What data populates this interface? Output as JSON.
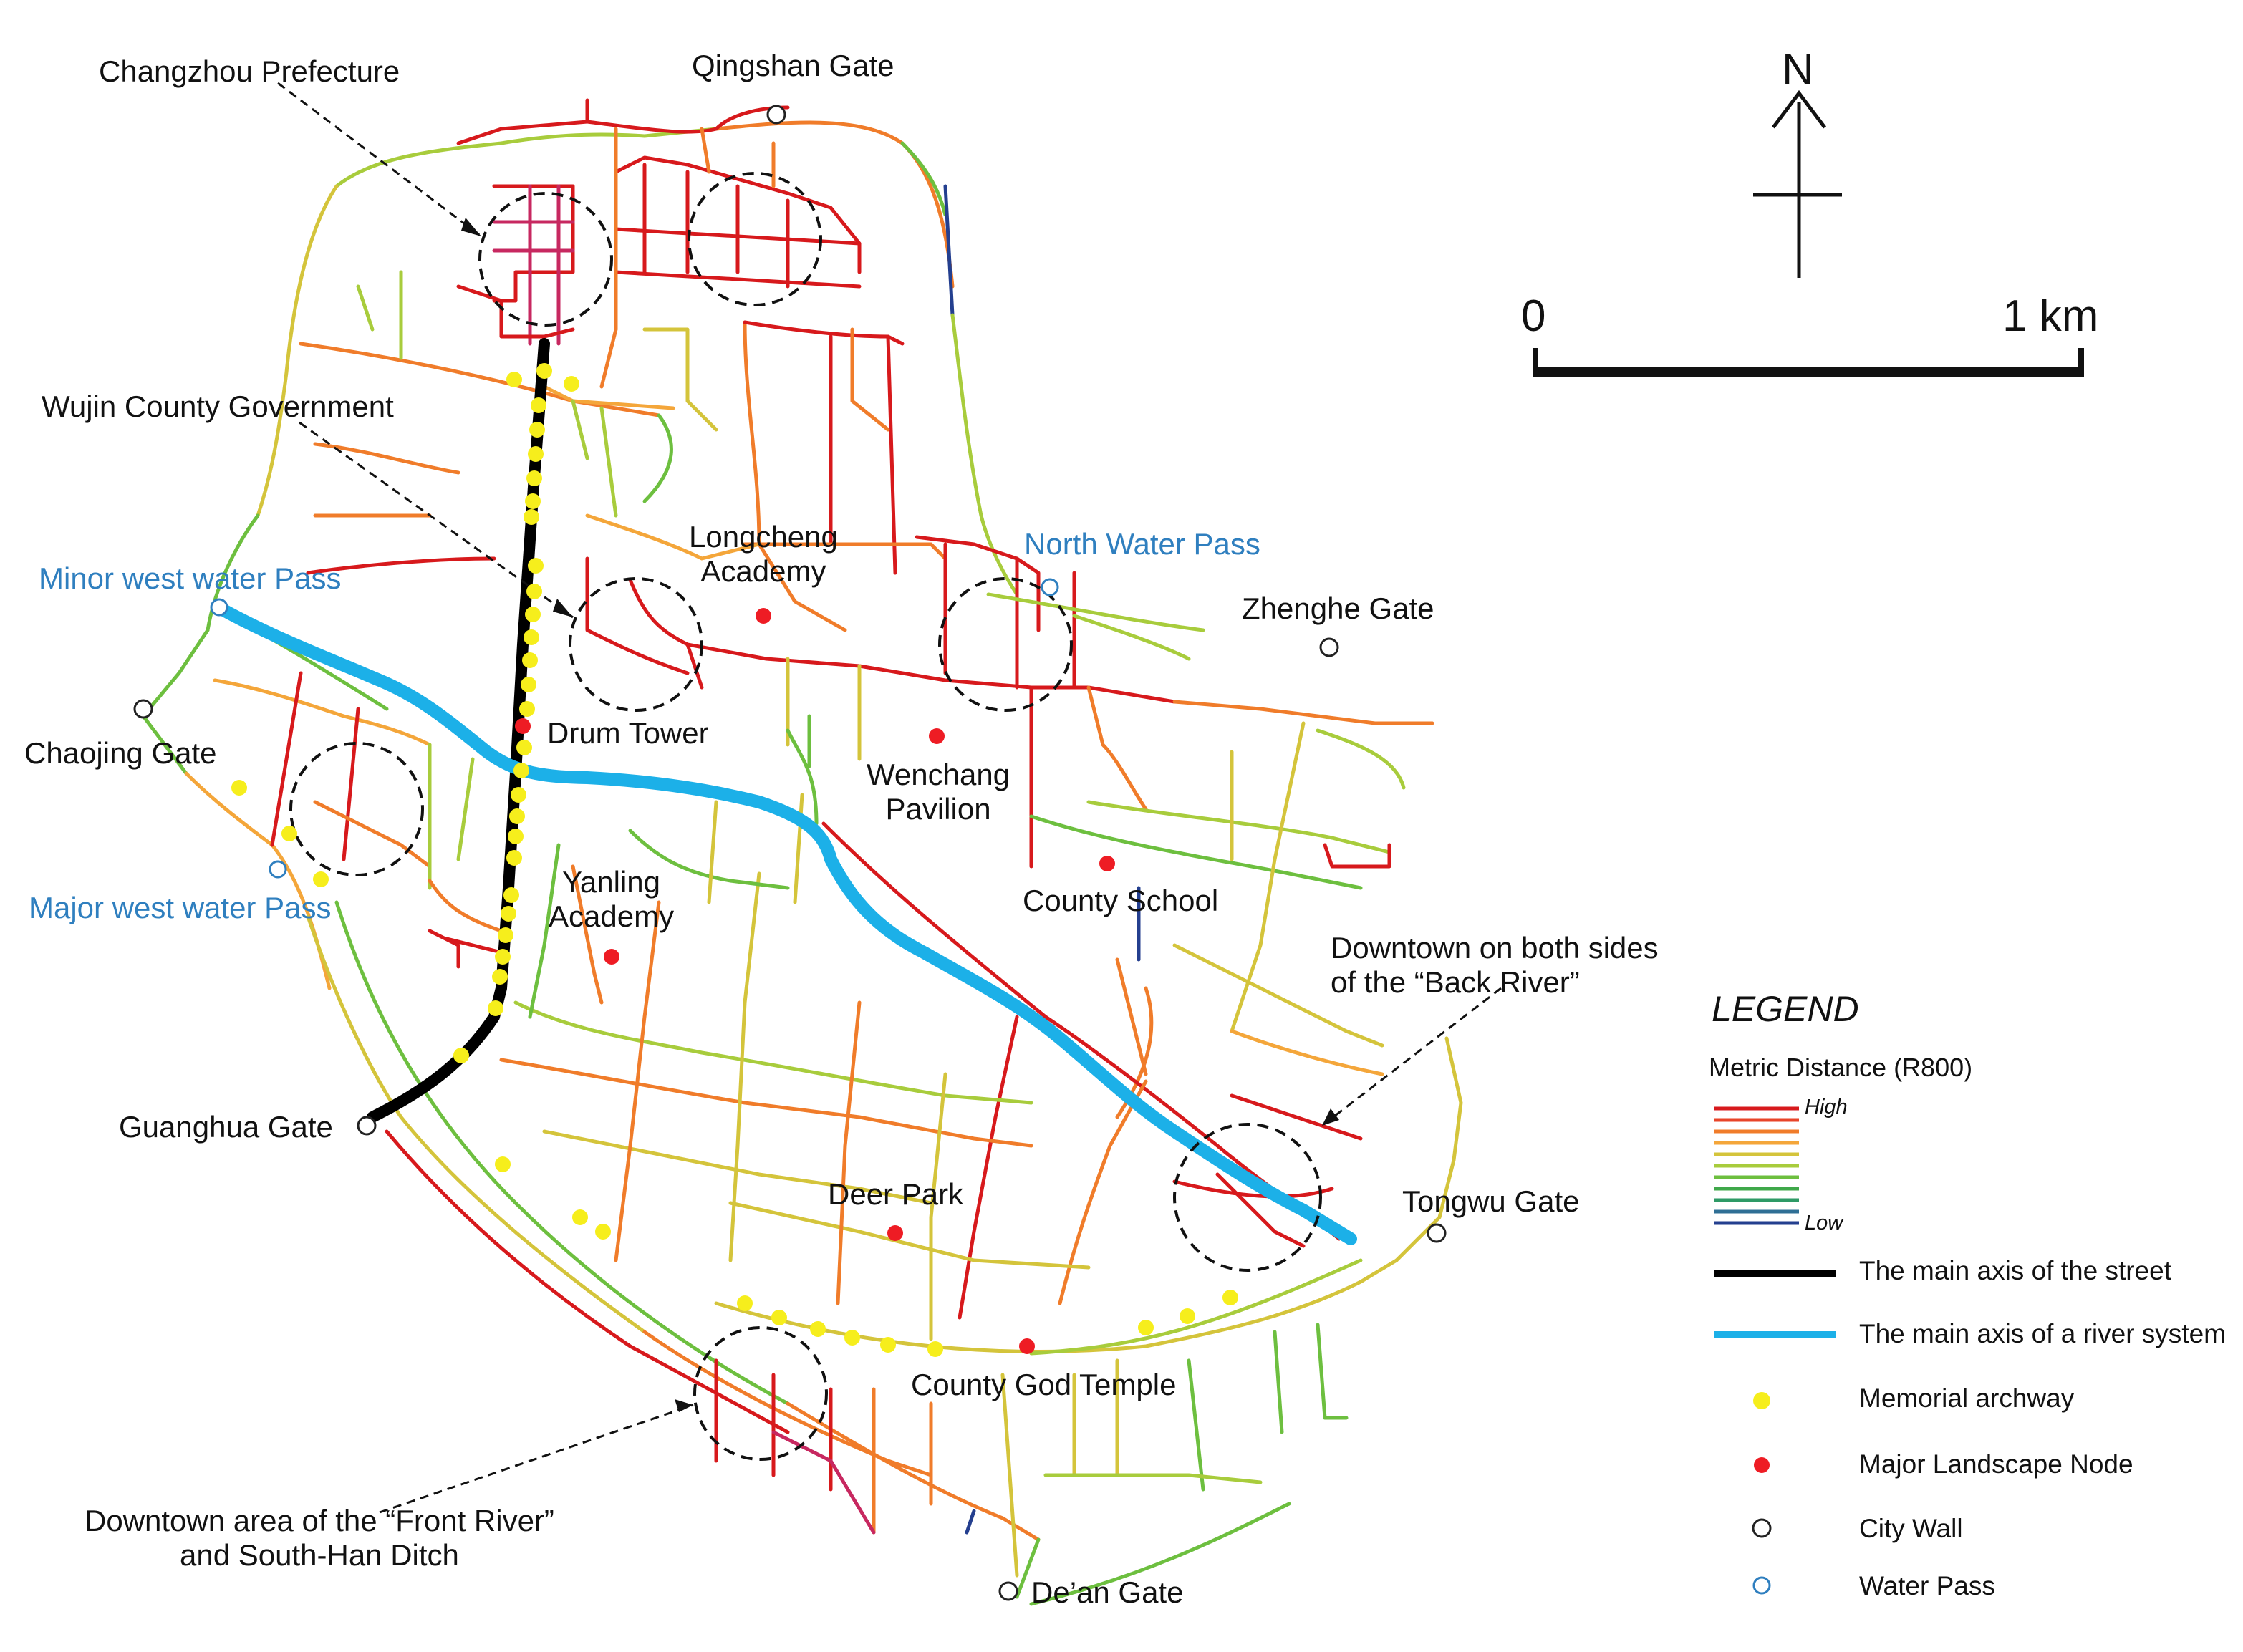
{
  "labels": {
    "changzhou_prefecture": "Changzhou Prefecture",
    "qingshan_gate": "Qingshan Gate",
    "wujin_county_government": "Wujin County Government",
    "longcheng_academy": "Longcheng\nAcademy",
    "north_water_pass": "North Water Pass",
    "minor_west_water_pass": "Minor west water Pass",
    "zhenghe_gate": "Zhenghe Gate",
    "drum_tower": "Drum Tower",
    "chaojing_gate": "Chaojing Gate",
    "wenchang_pavilion": "Wenchang\nPavilion",
    "county_school": "County School",
    "yanling_academy": "Yanling\nAcademy",
    "major_west_water_pass": "Major west water Pass",
    "downtown_back_river": "Downtown on both sides\nof the “Back River”",
    "guanghua_gate": "Guanghua Gate",
    "deer_park": "Deer Park",
    "tongwu_gate": "Tongwu Gate",
    "county_god_temple": "County God Temple",
    "downtown_front_river": "Downtown area of the “Front River”\nand South-Han Ditch",
    "dean_gate": "De’an Gate"
  },
  "north_arrow": {
    "label": "N"
  },
  "scale_bar": {
    "start_label": "0",
    "end_label": "1 km"
  },
  "legend": {
    "title": "LEGEND",
    "subtitle": "Metric Distance (R800)",
    "high_label": "High",
    "low_label": "Low",
    "ramp_colors": [
      "#d7191c",
      "#e8452a",
      "#f07c2a",
      "#f4a63a",
      "#d4c43b",
      "#a8cc3c",
      "#6dbf3f",
      "#3fa84a",
      "#2e9a66",
      "#2f6f95",
      "#243f8f"
    ],
    "items": [
      {
        "label": "The main axis of the street",
        "symbol": "black-line",
        "color": "#000000"
      },
      {
        "label": "The main axis of a river system",
        "symbol": "blue-line",
        "color": "#1cb0e8"
      },
      {
        "label": "Memorial archway",
        "symbol": "yellow-dot",
        "color": "#f6ee1c"
      },
      {
        "label": "Major Landscape Node",
        "symbol": "red-dot",
        "color": "#ee1c24"
      },
      {
        "label": "City Wall",
        "symbol": "black-ring",
        "color": "#222222"
      },
      {
        "label": "Water Pass",
        "symbol": "blue-ring",
        "color": "#2f7fbf"
      }
    ]
  },
  "colors": {
    "street_high": "#d7191c",
    "street_orange": "#f07c2a",
    "street_yellow": "#d4c43b",
    "street_green": "#6dbf3f",
    "street_low": "#243f8f",
    "main_street_axis": "#000000",
    "river_axis": "#1cb0e8",
    "memorial_archway": "#f6ee1c",
    "landscape_node": "#ee1c24",
    "water_pass_label": "#2f7fbf"
  }
}
